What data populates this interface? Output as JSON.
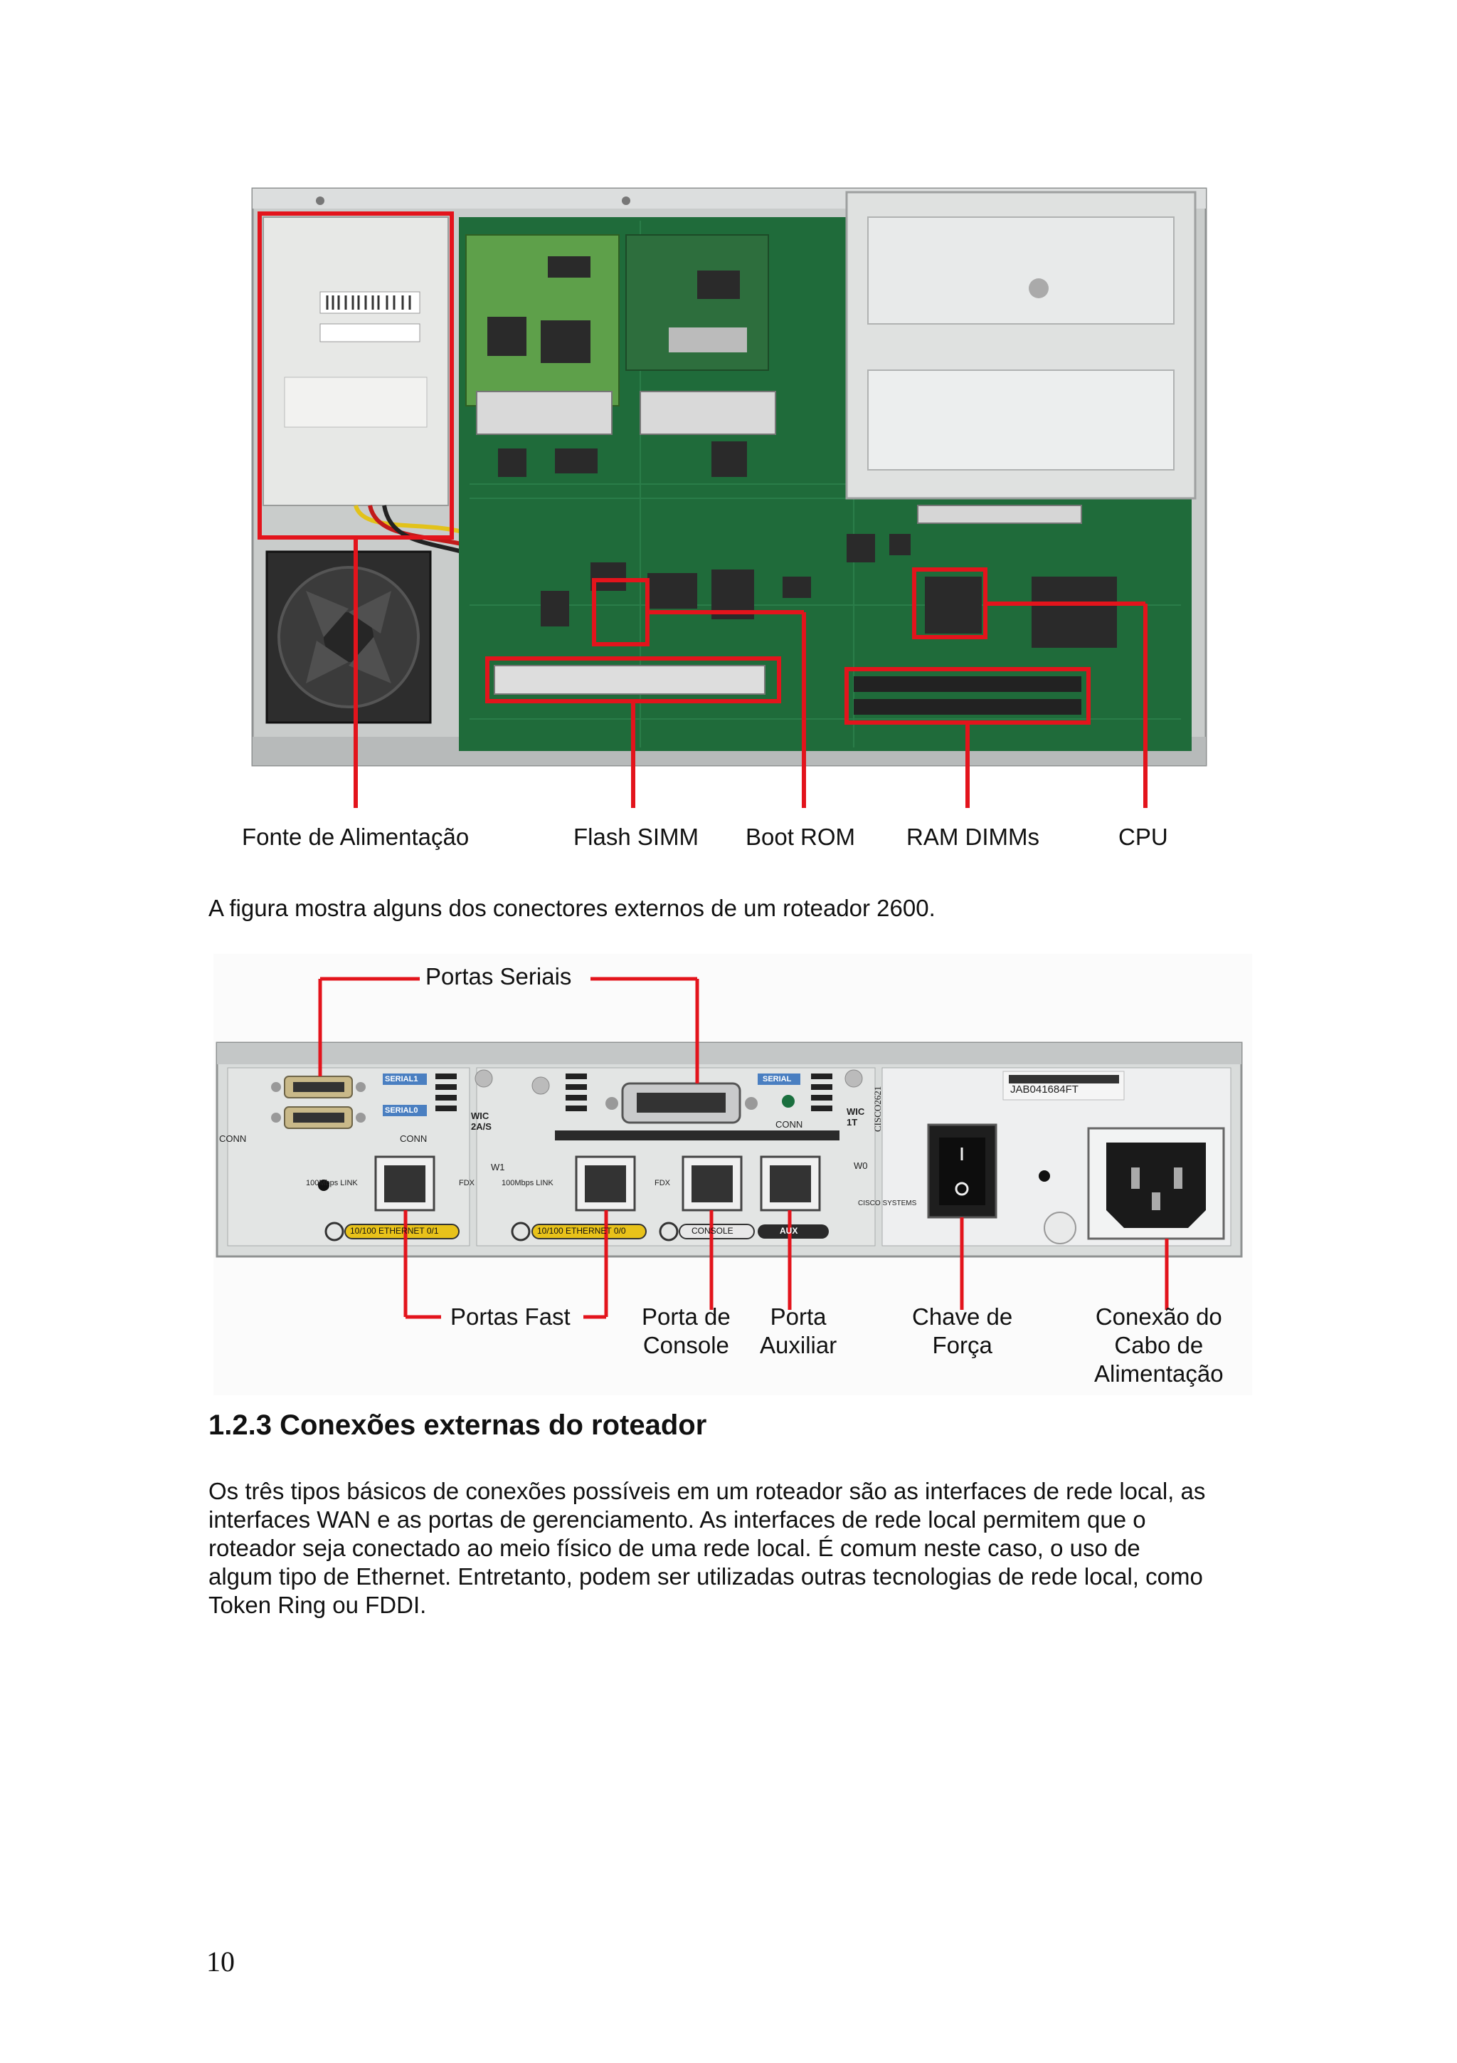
{
  "figure1": {
    "labels": {
      "power_supply": "Fonte de Alimentação",
      "flash_simm": "Flash SIMM",
      "boot_rom": "Boot ROM",
      "ram_dimms": "RAM DIMMs",
      "cpu": "CPU"
    }
  },
  "caption": "A figura mostra alguns dos conectores externos de um roteador 2600.",
  "figure2": {
    "labels": {
      "serial_ports": "Portas Seriais",
      "fast_ports": "Portas Fast",
      "console_port_line1": "Porta de",
      "console_port_line2": "Console",
      "aux_port_line1": "Porta",
      "aux_port_line2": "Auxiliar",
      "power_switch_line1": "Chave de",
      "power_switch_line2": "Força",
      "power_cable_line1": "Conexão do",
      "power_cable_line2": "Cabo de",
      "power_cable_line3": "Alimentação"
    },
    "panel_text": {
      "serial1": "SERIAL1",
      "serial0": "SERIAL0",
      "serial": "SERIAL",
      "conn_left": "CONN",
      "conn_mid": "CONN",
      "conn_right": "CONN",
      "wic_2as": "WIC\n2A/S",
      "wic_1t": "WIC\n1T",
      "w1": "W1",
      "w0": "W0",
      "link_left": "100Mbps LINK",
      "fdx_left": "FDX",
      "link_mid": "100Mbps LINK",
      "fdx_mid": "FDX",
      "eth1": "10/100 ETHERNET 0/1",
      "eth0": "10/100 ETHERNET 0/0",
      "console": "CONSOLE",
      "aux": "AUX",
      "serial_label": "JAB041684FT",
      "model": "CISCO2621",
      "brand": "CISCO SYSTEMS"
    }
  },
  "section": {
    "heading": "1.2.3 Conexões externas do roteador",
    "paragraph": [
      "Os três tipos básicos de conexões possíveis em um roteador são as interfaces de rede local, as",
      "interfaces WAN e as portas de gerenciamento. As interfaces de rede local permitem que o",
      "roteador seja conectado ao meio físico de uma rede local. É comum neste caso, o uso de",
      "algum tipo de Ethernet. Entretanto, podem ser utilizadas outras tecnologias de rede local, como",
      "Token Ring ou FDDI."
    ]
  },
  "page_number": "10",
  "colors": {
    "callout": "#e3141c",
    "board_green": "#1f6b3a",
    "chassis": "#d7d9d8"
  }
}
